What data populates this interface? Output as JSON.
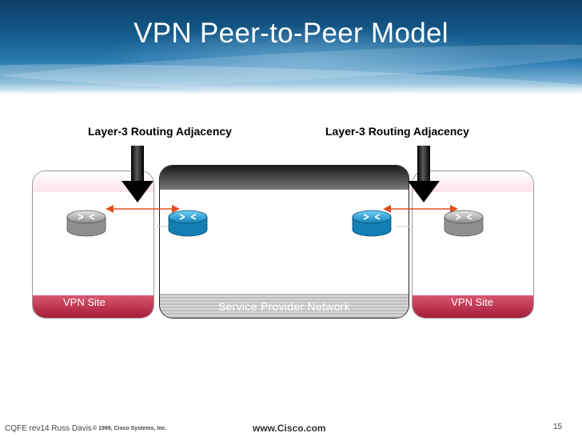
{
  "slide": {
    "title": "VPN Peer-to-Peer Model"
  },
  "labels": {
    "adjacency_left": "Layer-3 Routing Adjacency",
    "adjacency_right": "Layer-3 Routing Adjacency",
    "vpn_site_left": "VPN Site",
    "vpn_site_right": "VPN Site",
    "service_provider": "Service Provider Network"
  },
  "routers": [
    {
      "name": "customer-router-left",
      "type": "customer",
      "icon": "router-icon"
    },
    {
      "name": "provider-router-left",
      "type": "provider",
      "icon": "router-icon"
    },
    {
      "name": "provider-router-right",
      "type": "provider",
      "icon": "router-icon"
    },
    {
      "name": "customer-router-right",
      "type": "customer",
      "icon": "router-icon"
    }
  ],
  "colors": {
    "header_blue": "#15598a",
    "vpn_site_band": "#c0304c",
    "provider_router": "#1d9fd6",
    "customer_router": "#9a9a9a",
    "adjacency_arrow": "#e0501e"
  },
  "footer": {
    "course": "CQFE rev14 Russ Davis",
    "copyright": "© 1999, Cisco Systems, Inc.",
    "url": "www.Cisco.com",
    "page": "15"
  }
}
